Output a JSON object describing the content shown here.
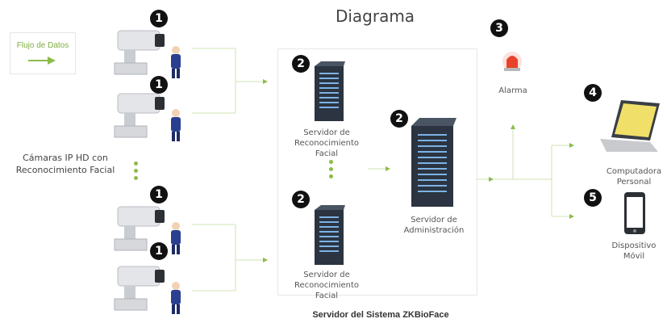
{
  "title": "Diagrama",
  "legend_label": "Flujo de Datos",
  "camera_label": "Cámaras IP HD con Reconocimiento Facial",
  "recog_server_label_1": "Servidor de Reconocimiento Facial",
  "recog_server_label_2": "Servidor de Reconocimiento Facial",
  "admin_server_label": "Servidor de Administración",
  "alarm_label": "Alarma",
  "pc_label": "Computadora Personal",
  "mobile_label": "Dispositivo Móvil",
  "footer": "Servidor del Sistema ZKBioFace",
  "badges": [
    "1",
    "1",
    "1",
    "1",
    "2",
    "2",
    "2",
    "3",
    "4",
    "5"
  ],
  "colors": {
    "flow": "#8dbb4b",
    "badge": "#111111",
    "alarm": "#e8432a"
  }
}
